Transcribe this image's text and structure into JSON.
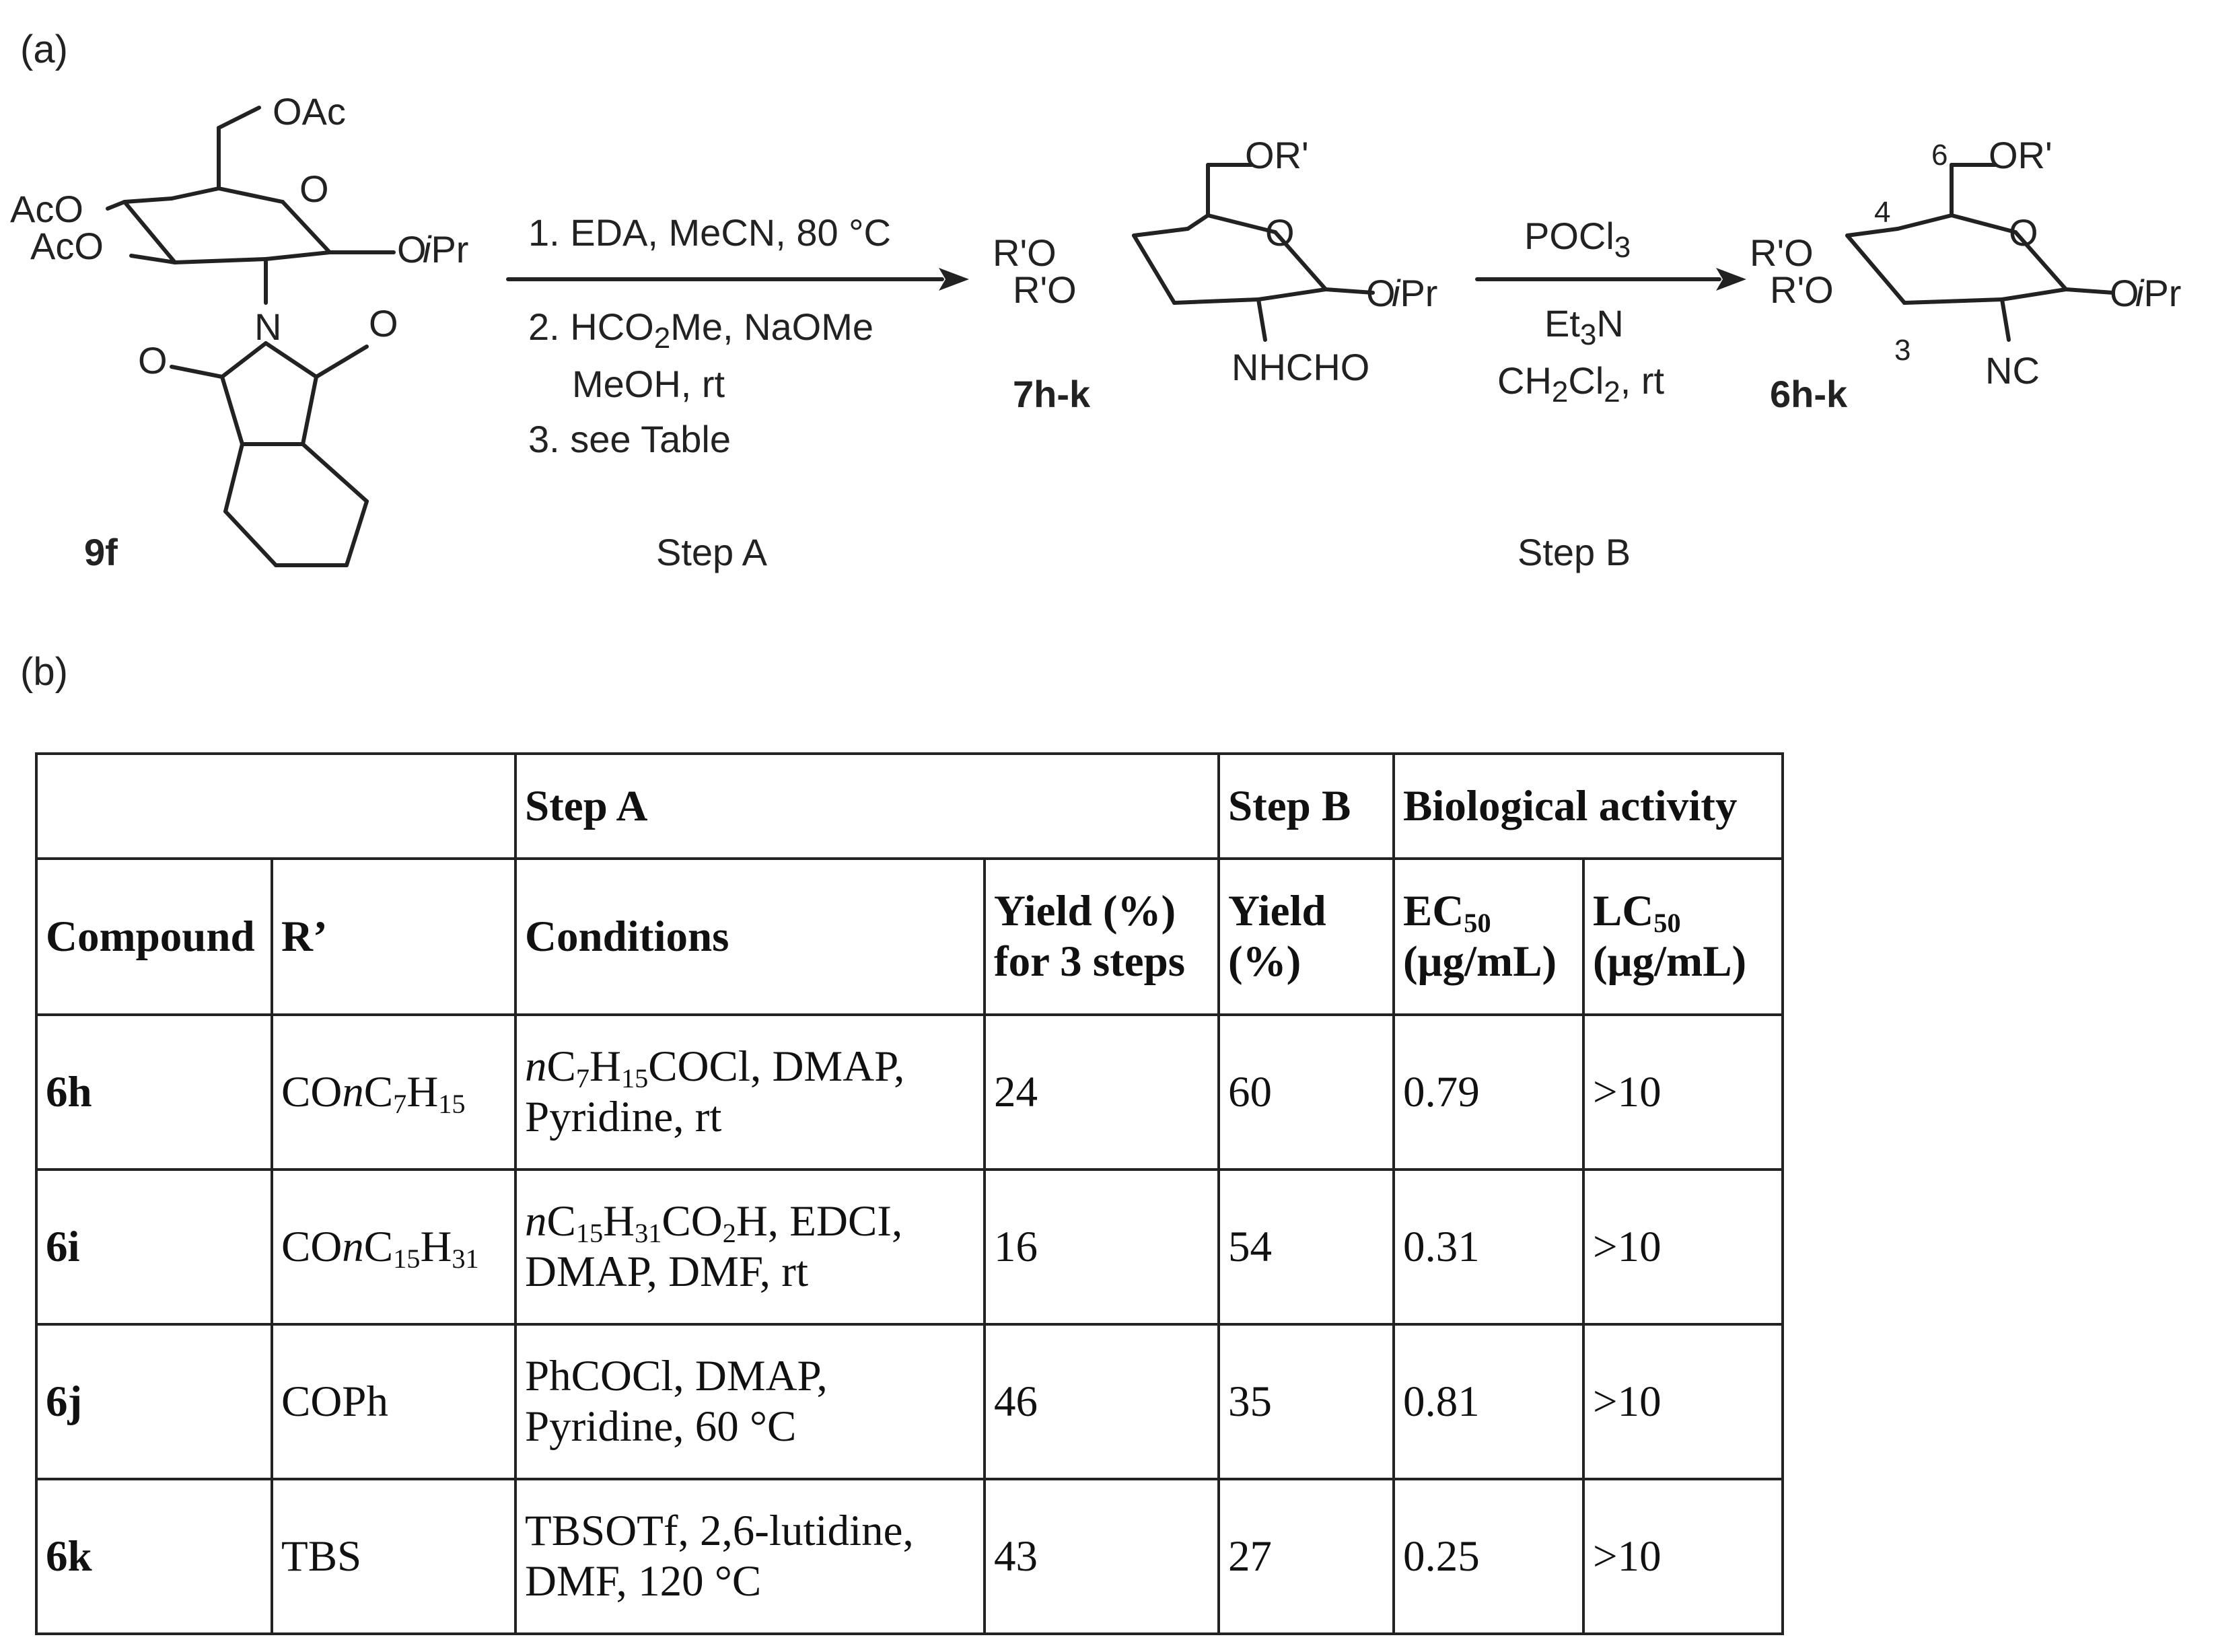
{
  "panels": {
    "a": "(a)",
    "b": "(b)"
  },
  "scheme": {
    "start_label": "9f",
    "start_groups": {
      "oac_top": "OAc",
      "aco_1": "AcO",
      "aco_2": "AcO",
      "o_ring": "O",
      "oipr": "O",
      "n": "N",
      "o_left": "O",
      "o_right": "O"
    },
    "step_a": {
      "conditions": [
        "1. EDA, MeCN, 80 °C",
        "2. HCO2Me, NaOMe",
        "MeOH, rt",
        "3. see Table"
      ],
      "label": "Step A"
    },
    "intermediate_label": "7h-k",
    "intermediate_groups": {
      "or_top": "OR'",
      "ro_1": "R'O",
      "ro_2": "R'O",
      "o_ring": "O",
      "oipr": "O",
      "nhcho": "NHCHO"
    },
    "step_b": {
      "conditions": [
        "POCl3",
        "Et3N",
        "CH2Cl2, rt"
      ],
      "label": "Step B"
    },
    "product_label": "6h-k",
    "product_groups": {
      "or_top": "OR'",
      "ro_1": "R'O",
      "ro_2": "R'O",
      "o_ring": "O",
      "oipr": "O",
      "nc": "NC"
    },
    "numbering": [
      "6",
      "4",
      "3"
    ],
    "ipr": "iPr"
  },
  "table": {
    "group_headers": {
      "step_a": "Step A",
      "step_b": "Step B",
      "bio": "Biological activity"
    },
    "headers": {
      "compound": "Compound",
      "r": "R’",
      "conditions": "Conditions",
      "yield_a": [
        "Yield (%)",
        "for 3 steps"
      ],
      "yield_b": [
        "Yield",
        "(%)"
      ],
      "ec50": [
        "EC50",
        "(μg/mL)"
      ],
      "lc50": [
        "LC50",
        "(μg/mL)"
      ]
    },
    "rows": [
      {
        "compound": "6h",
        "r": "COnC7H15",
        "conditions": [
          "nC7H15COCl, DMAP,",
          "Pyridine, rt"
        ],
        "yield_a": "24",
        "yield_b": "60",
        "ec50": "0.79",
        "lc50": ">10"
      },
      {
        "compound": "6i",
        "r": "COnC15H31",
        "conditions": [
          "nC15H31CO2H, EDCI,",
          "DMAP, DMF, rt"
        ],
        "yield_a": "16",
        "yield_b": "54",
        "ec50": "0.31",
        "lc50": ">10"
      },
      {
        "compound": "6j",
        "r": "COPh",
        "conditions": [
          "PhCOCl, DMAP,",
          "Pyridine, 60 °C"
        ],
        "yield_a": "46",
        "yield_b": "35",
        "ec50": "0.81",
        "lc50": ">10"
      },
      {
        "compound": "6k",
        "r": "TBS",
        "conditions": [
          "TBSOTf, 2,6-lutidine,",
          "DMF, 120 °C"
        ],
        "yield_a": "43",
        "yield_b": "27",
        "ec50": "0.25",
        "lc50": ">10"
      }
    ]
  }
}
